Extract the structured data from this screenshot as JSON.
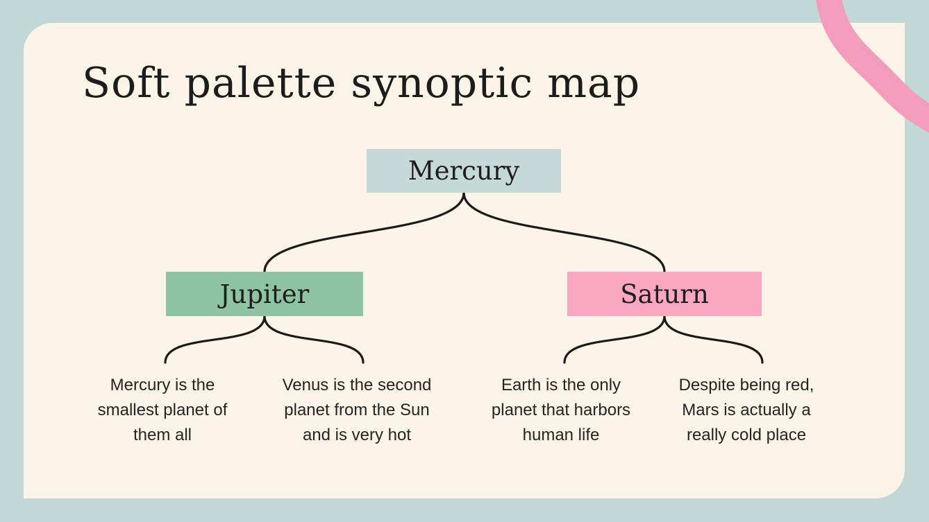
{
  "slide": {
    "title": "Soft palette synoptic map",
    "background_color": "#c2d8d4",
    "card_color": "#fcf4e6",
    "title_color": "#1c1c1c"
  },
  "tree": {
    "root": {
      "label": "Mercury",
      "color": "#c5dad6"
    },
    "children": [
      {
        "label": "Jupiter",
        "color": "#8ec4a1",
        "leaves": [
          "Mercury is the smallest planet of them all",
          "Venus is the second planet from the Sun and is very hot"
        ]
      },
      {
        "label": "Saturn",
        "color": "#f9a6c1",
        "leaves": [
          "Earth is the only planet that harbors human life",
          "Despite being red, Mars is actually a really cold place"
        ]
      }
    ]
  },
  "decorations": {
    "connector_color": "#1a1a1a",
    "squiggle_color": "#f49cbb"
  }
}
